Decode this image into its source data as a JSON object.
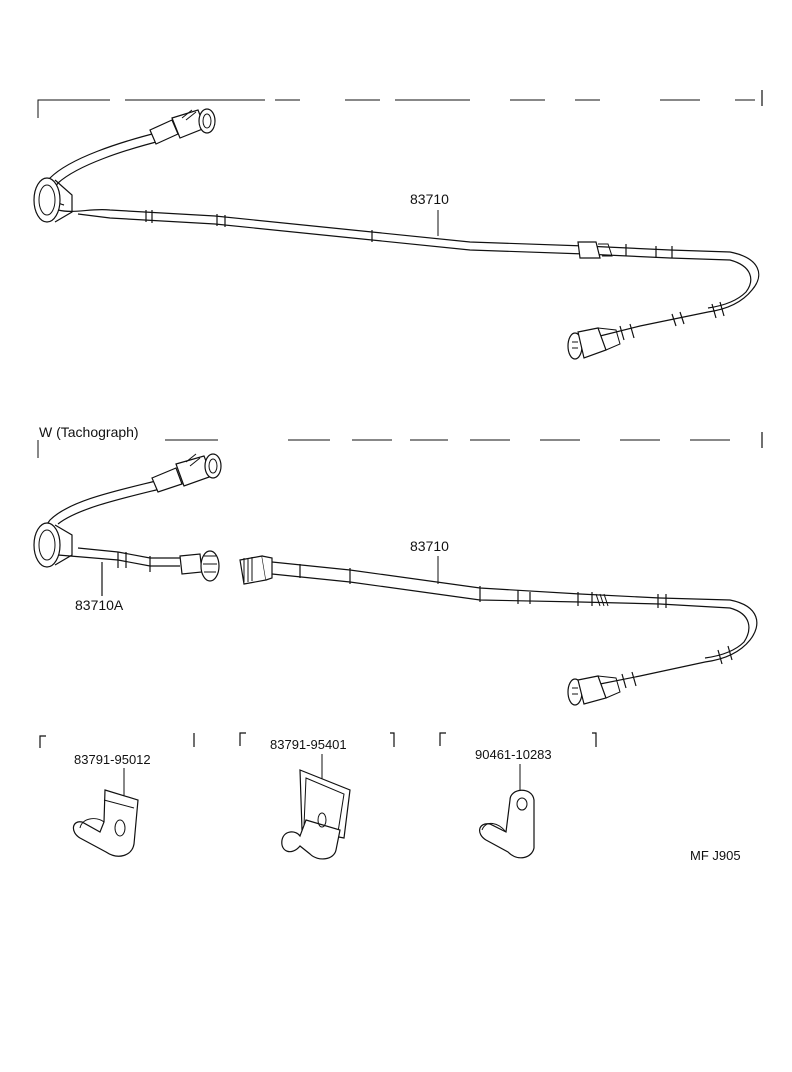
{
  "sections": {
    "top": {
      "part_label": "83710"
    },
    "tachograph": {
      "title": "W (Tachograph)",
      "part_label_main": "83710",
      "part_label_sub": "83710A"
    },
    "clamps": [
      {
        "part_number": "83791-95012"
      },
      {
        "part_number": "83791-95401"
      },
      {
        "part_number": "90461-10283"
      }
    ]
  },
  "footer_code": "MF J905"
}
